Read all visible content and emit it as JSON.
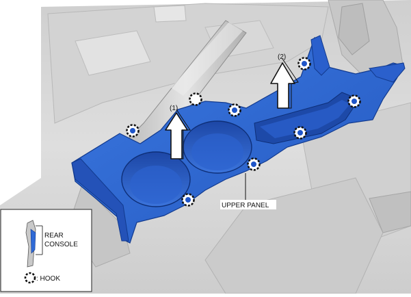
{
  "labels": {
    "arrow_1": "(1)",
    "arrow_2": "(2)",
    "upper_panel": "UPPER PANEL"
  },
  "legend": {
    "rear_console_line1": "REAR",
    "rear_console_line2": "CONSOLE",
    "hook": ": HOOK"
  },
  "colors": {
    "panel_blue": "#2f6ad6",
    "panel_blue_dark": "#1f4fb4",
    "background_gray": "#d9d9d9"
  }
}
